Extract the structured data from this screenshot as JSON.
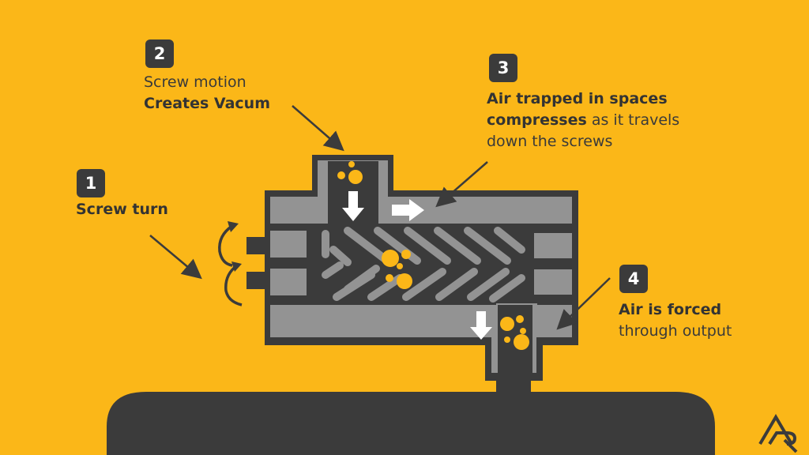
{
  "colors": {
    "background": "#FBB718",
    "machine_dark": "#3B3B3B",
    "machine_grey": "#939393",
    "air_bubble": "#FBB718",
    "arrow_white": "#FFFFFF"
  },
  "steps": [
    {
      "number": "1",
      "bold": "Screw turn",
      "light": ""
    },
    {
      "number": "2",
      "light": "Screw motion",
      "bold": "Creates Vacum"
    },
    {
      "number": "3",
      "bold_1": "Air trapped in spaces",
      "bold_2": "compresses",
      "light_2": " as it travels",
      "light_3": "down the screws"
    },
    {
      "number": "4",
      "bold": "Air is forced",
      "light": "through output"
    }
  ],
  "icons": {
    "rotation": "rotation-arrow-icon",
    "flow": "flow-arrow-icon",
    "logo": "brand-logo-icon"
  }
}
